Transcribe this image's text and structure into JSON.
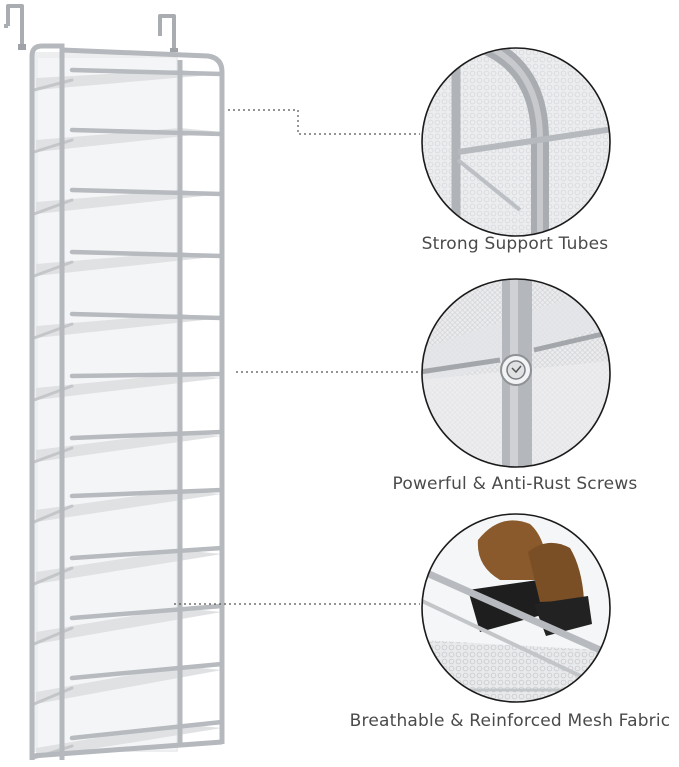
{
  "features": [
    {
      "id": "support-tubes",
      "label": "Strong Support Tubes",
      "icon": "support-tube-closeup"
    },
    {
      "id": "screws",
      "label": "Powerful & Anti-Rust Screws",
      "icon": "screw-closeup"
    },
    {
      "id": "mesh",
      "label": "Breathable & Reinforced Mesh Fabric",
      "icon": "mesh-shelf-with-boots-closeup"
    }
  ],
  "product": {
    "name": "over-the-door-shoe-rack",
    "shelf_count": 12,
    "frame_color": "#b9bcc0",
    "fabric_color": "#e8e9eb"
  }
}
